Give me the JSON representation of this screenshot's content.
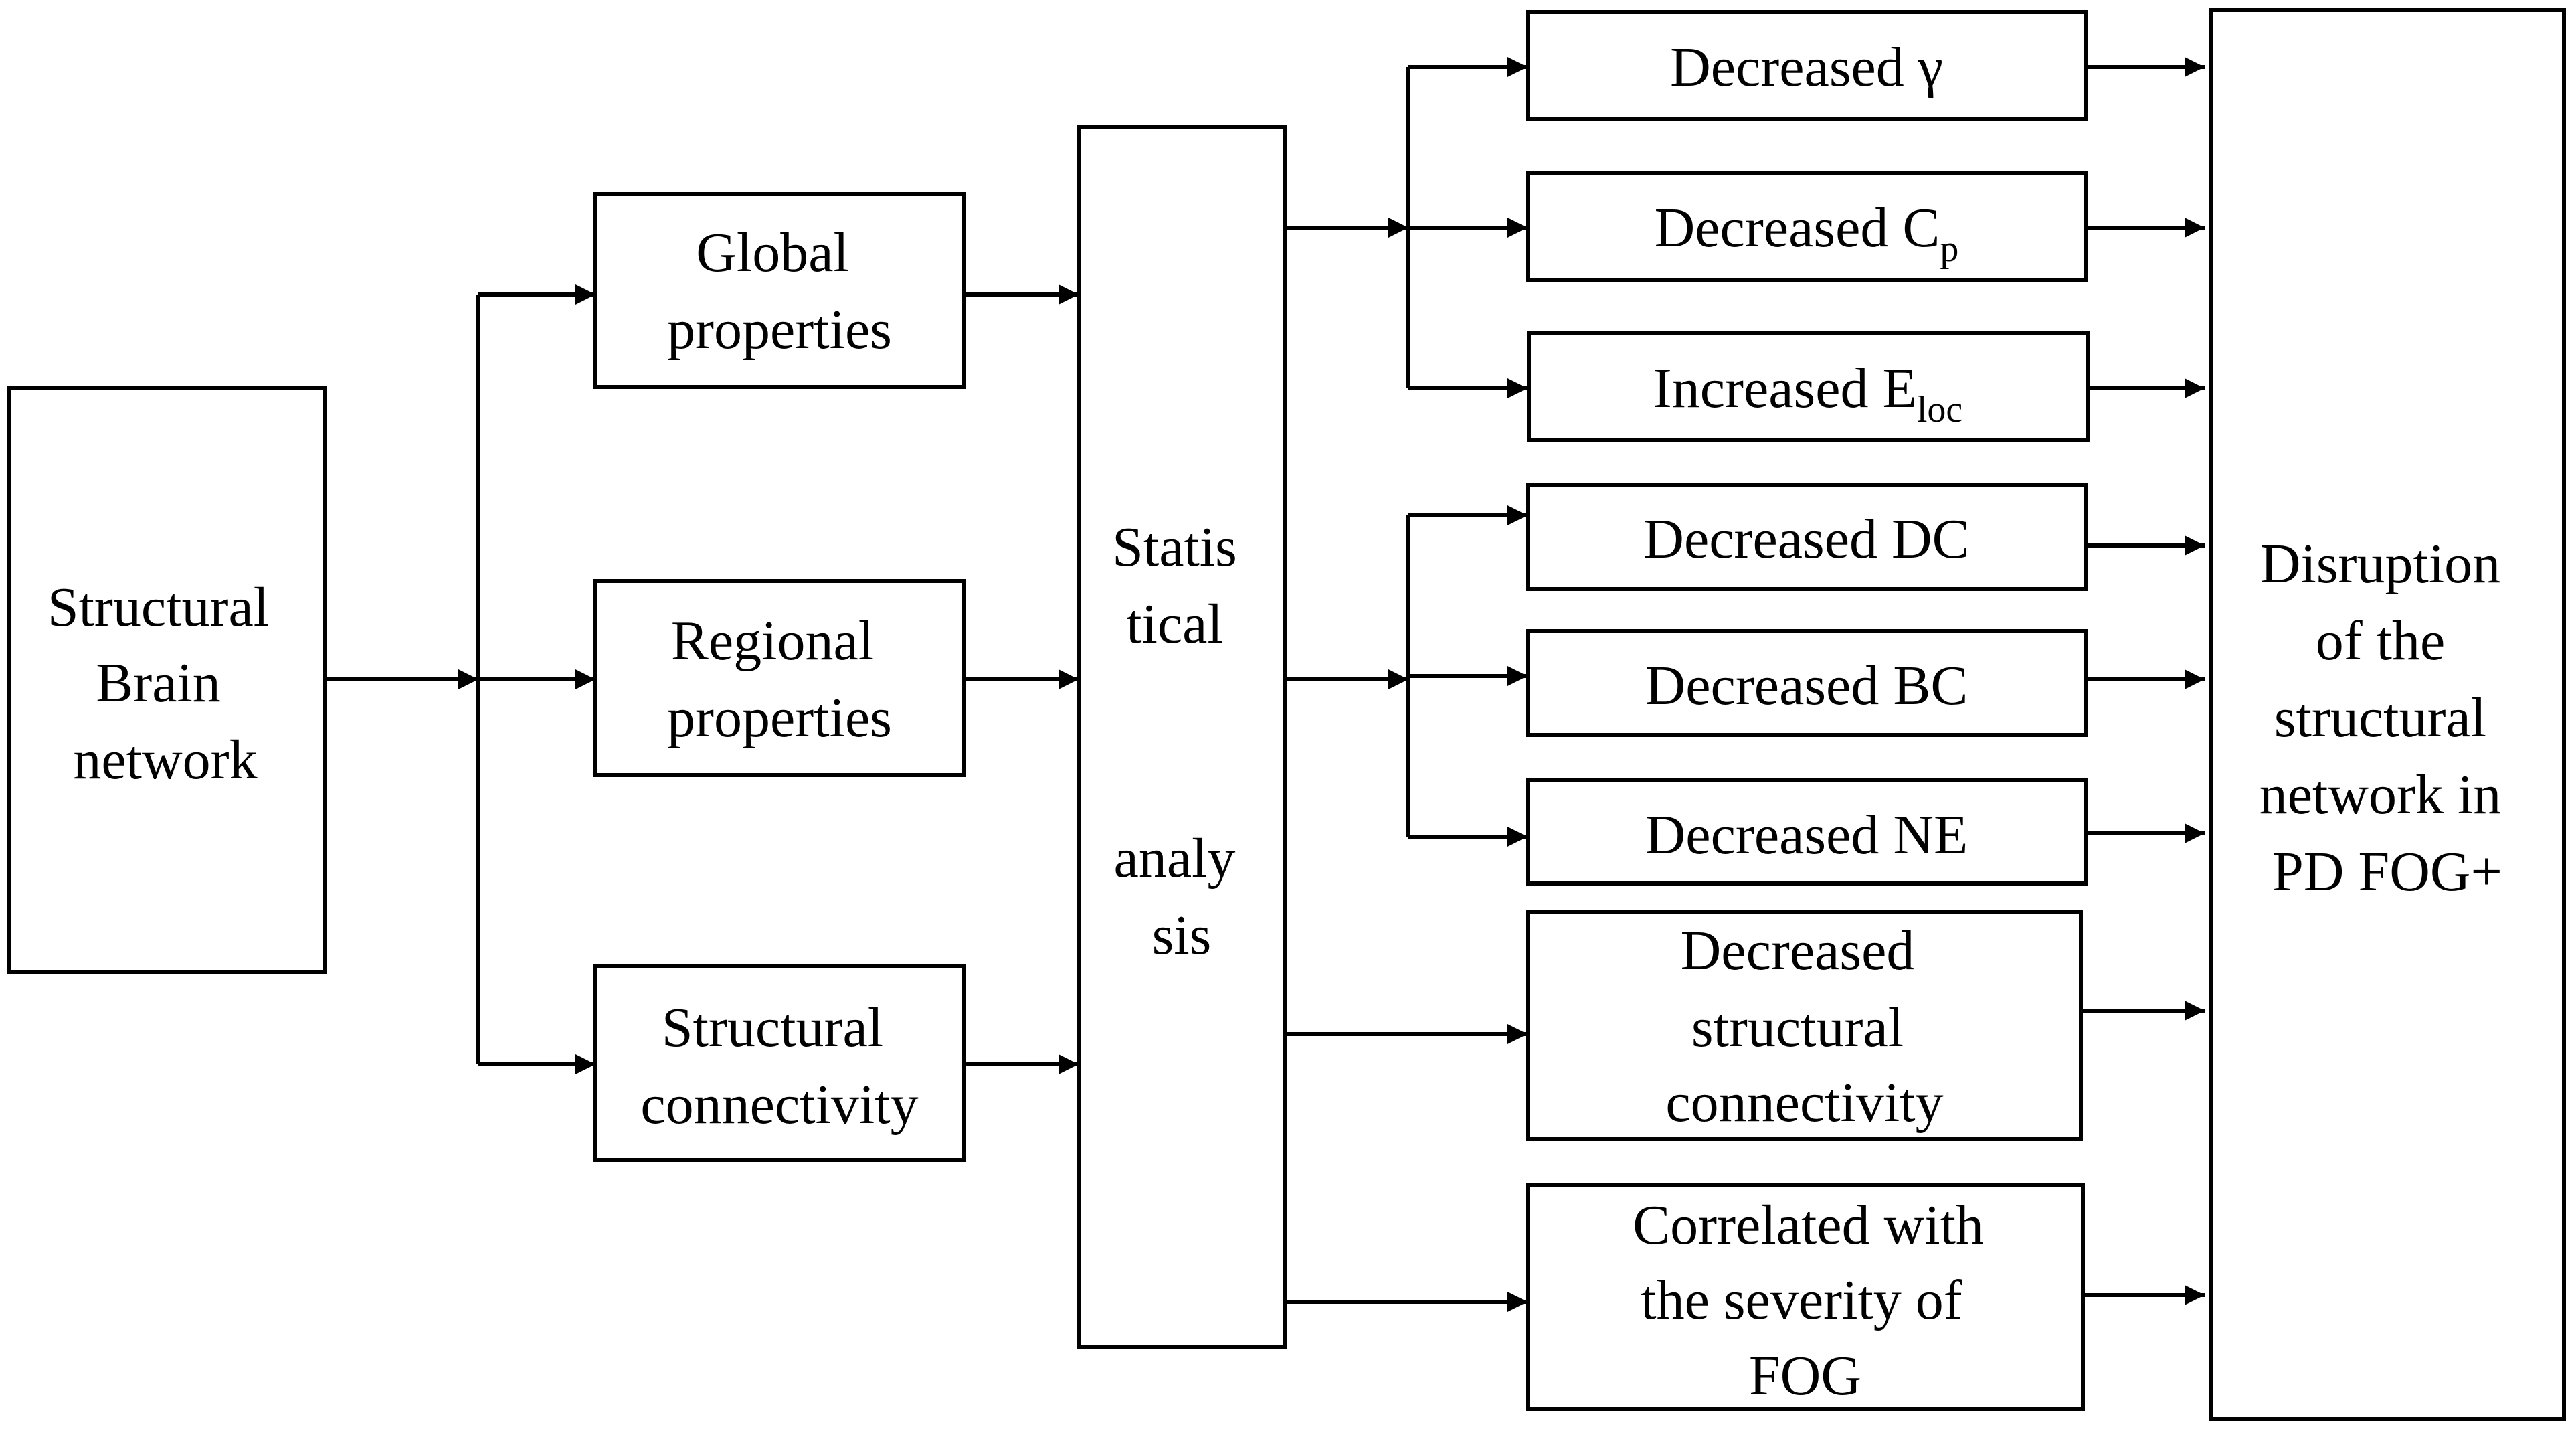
{
  "nodes": {
    "structural_brain_network": {
      "lines": [
        "Structural",
        "Brain",
        "network"
      ]
    },
    "global_properties": {
      "lines": [
        "Global",
        "properties"
      ]
    },
    "regional_properties": {
      "lines": [
        "Regional",
        "properties"
      ]
    },
    "structural_connectivity": {
      "lines": [
        "Structural",
        "connectivity"
      ]
    },
    "statistical_analysis": {
      "lines": [
        "Statis",
        "tical",
        "analy",
        "sis"
      ]
    },
    "decreased_gamma": {
      "text": "Decreased γ"
    },
    "decreased_cp": {
      "text": "Decreased C",
      "sub": "p"
    },
    "increased_eloc": {
      "text": "Increased E",
      "sub": "loc"
    },
    "decreased_dc": {
      "text": "Decreased DC"
    },
    "decreased_bc": {
      "text": "Decreased BC"
    },
    "decreased_ne": {
      "text": "Decreased NE"
    },
    "decreased_structural_connectivity": {
      "lines": [
        "Decreased",
        "structural",
        "connectivity"
      ]
    },
    "correlated_fog": {
      "lines": [
        "Correlated with",
        "the severity of",
        "FOG"
      ]
    },
    "disruption": {
      "lines": [
        "Disruption",
        "of the",
        "structural",
        "network in",
        "PD FOG+"
      ]
    }
  }
}
